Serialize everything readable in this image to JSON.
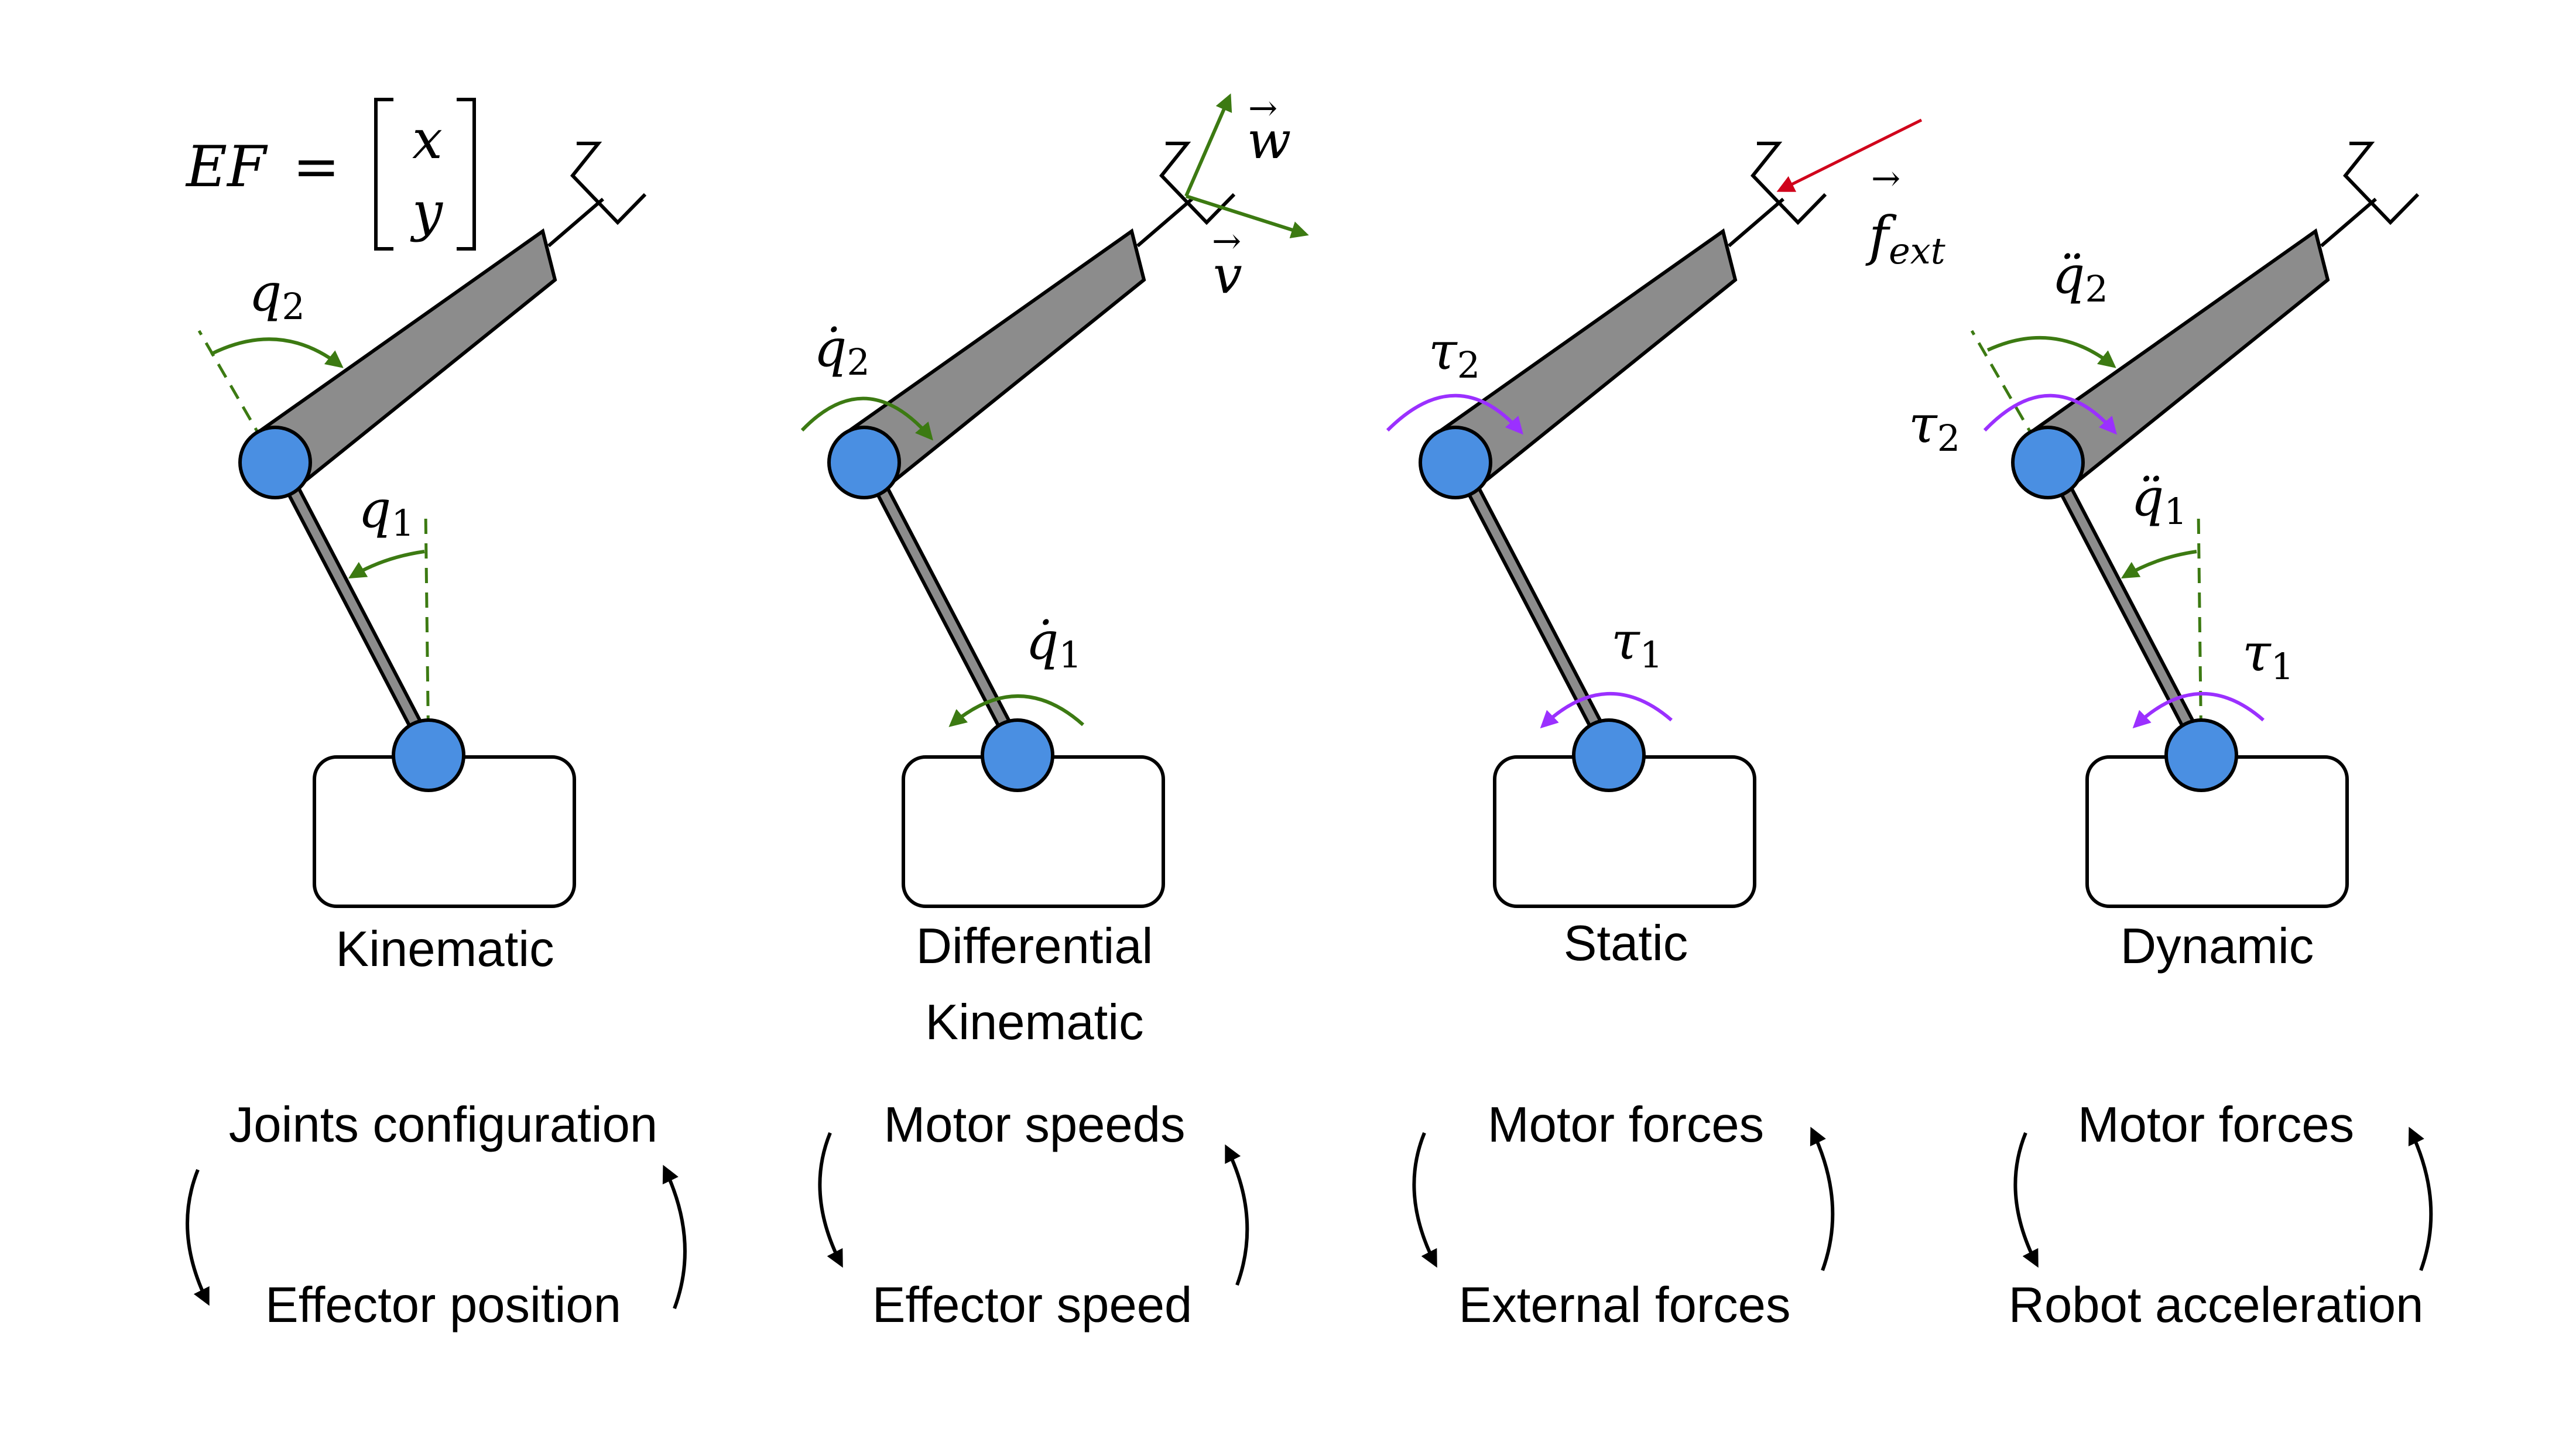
{
  "panels": [
    {
      "title": "Kinematic",
      "title_line2": "",
      "cycle_top": "Joints configuration",
      "cycle_bottom": "Effector position",
      "equation": {
        "lhs": "EF",
        "eq": "=",
        "row1": "x",
        "row2": "y"
      },
      "joint_labels": {
        "upper": "q",
        "upper_sub": "2",
        "lower": "q",
        "lower_sub": "1"
      }
    },
    {
      "title": "Differential",
      "title_line2": "Kinematic",
      "cycle_top": "Motor speeds",
      "cycle_bottom": "Effector speed",
      "joint_labels": {
        "upper": "q̇",
        "upper_sub": "2",
        "lower": "q̇",
        "lower_sub": "1"
      },
      "vectors": {
        "w": "w",
        "v": "v"
      }
    },
    {
      "title": "Static",
      "title_line2": "",
      "cycle_top": "Motor forces",
      "cycle_bottom": "External forces",
      "joint_labels": {
        "upper": "τ",
        "upper_sub": "2",
        "lower": "τ",
        "lower_sub": "1"
      },
      "force": {
        "symbol": "f",
        "sub": "ext"
      }
    },
    {
      "title": "Dynamic",
      "title_line2": "",
      "cycle_top": "Motor forces",
      "cycle_bottom": "Robot acceleration",
      "joint_labels": {
        "upper": "q̈",
        "upper_sub": "2",
        "lower": "q̈",
        "lower_sub": "1",
        "tau_upper": "τ",
        "tau_upper_sub": "2",
        "tau_lower": "τ",
        "tau_lower_sub": "1"
      }
    }
  ],
  "colors": {
    "link": "#8c8c8c",
    "joint": "#4a8fe2",
    "angle_arrow": "#3c7a12",
    "torque_arrow": "#9b30ff",
    "force_arrow": "#d0021b"
  }
}
